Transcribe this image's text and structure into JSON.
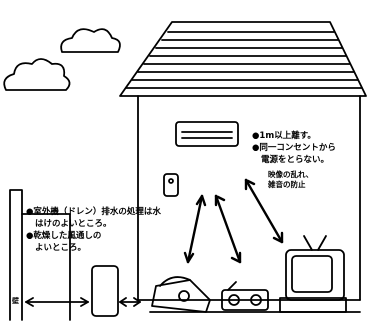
{
  "unit_notes": [
    "●室外機（ドレン）排水の処理は水",
    "はけのよいところ。",
    "●乾燥した風通しの",
    "よいところ。"
  ],
  "room_notes": [
    "●1m以上離す。",
    "●同一コンセントから",
    "電源をとらない。"
  ],
  "paren_notes": [
    "映像の乱れ、",
    "雑音の防止"
  ],
  "wall_label": "壁"
}
